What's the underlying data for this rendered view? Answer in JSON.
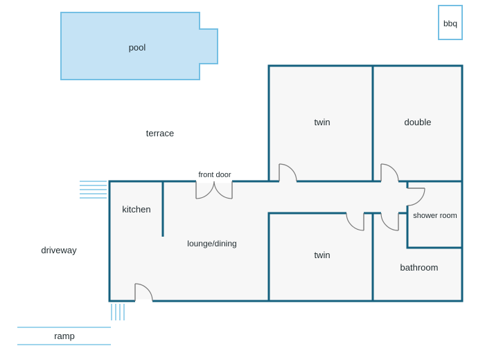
{
  "labels": {
    "pool": "pool",
    "bbq": "bbq",
    "terrace": "terrace",
    "twin_top": "twin",
    "double": "double",
    "front_door": "front door",
    "kitchen": "kitchen",
    "shower_room": "shower room",
    "lounge_dining": "lounge/dining",
    "driveway": "driveway",
    "twin_bottom": "twin",
    "bathroom": "bathroom",
    "ramp": "ramp"
  },
  "colors": {
    "wall": "#14607e",
    "floor": "#f7f7f7",
    "pool_fill": "#c5e3f5",
    "pool_stroke": "#74bfe3",
    "steps": "#7fc6e6",
    "door": "#7a7a7a"
  }
}
